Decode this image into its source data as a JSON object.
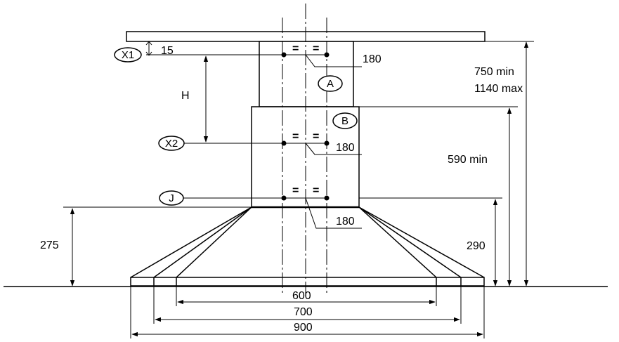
{
  "dimensions": {
    "d15": "15",
    "d180_a": "180",
    "d180_b": "180",
    "d180_c": "180",
    "h": "H",
    "d750": "750 min",
    "d1140": "1140 max",
    "d590": "590 min",
    "d275": "275",
    "d290": "290",
    "w600": "600",
    "w700": "700",
    "w900": "900"
  },
  "equal_signs": [
    "=",
    "=",
    "=",
    "=",
    "=",
    "="
  ],
  "callouts": {
    "x1": "X1",
    "x2": "X2",
    "j": "J",
    "a": "A",
    "b": "B"
  }
}
